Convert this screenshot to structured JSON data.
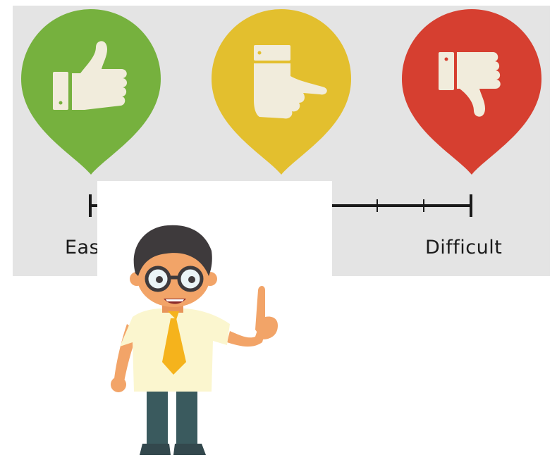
{
  "scale": {
    "left_label": "Easy",
    "right_label": "Difficult"
  },
  "pins": [
    {
      "name": "thumbs-up",
      "color": "#76b13e"
    },
    {
      "name": "pointing-hand",
      "color": "#e3bf2e"
    },
    {
      "name": "thumbs-down",
      "color": "#d63f30"
    }
  ],
  "icons": [
    "thumbs-up-icon",
    "pointing-hand-icon",
    "thumbs-down-icon",
    "cartoon-man-illustration"
  ],
  "colors": {
    "panel": "#e4e4e4",
    "hand": "#f1ecdc",
    "line": "#1a1a1a",
    "skin": "#f2a468",
    "hair": "#3e3a3c",
    "shirt": "#fbf6cf",
    "tie": "#f5b31c",
    "pants": "#3a5a5e"
  }
}
